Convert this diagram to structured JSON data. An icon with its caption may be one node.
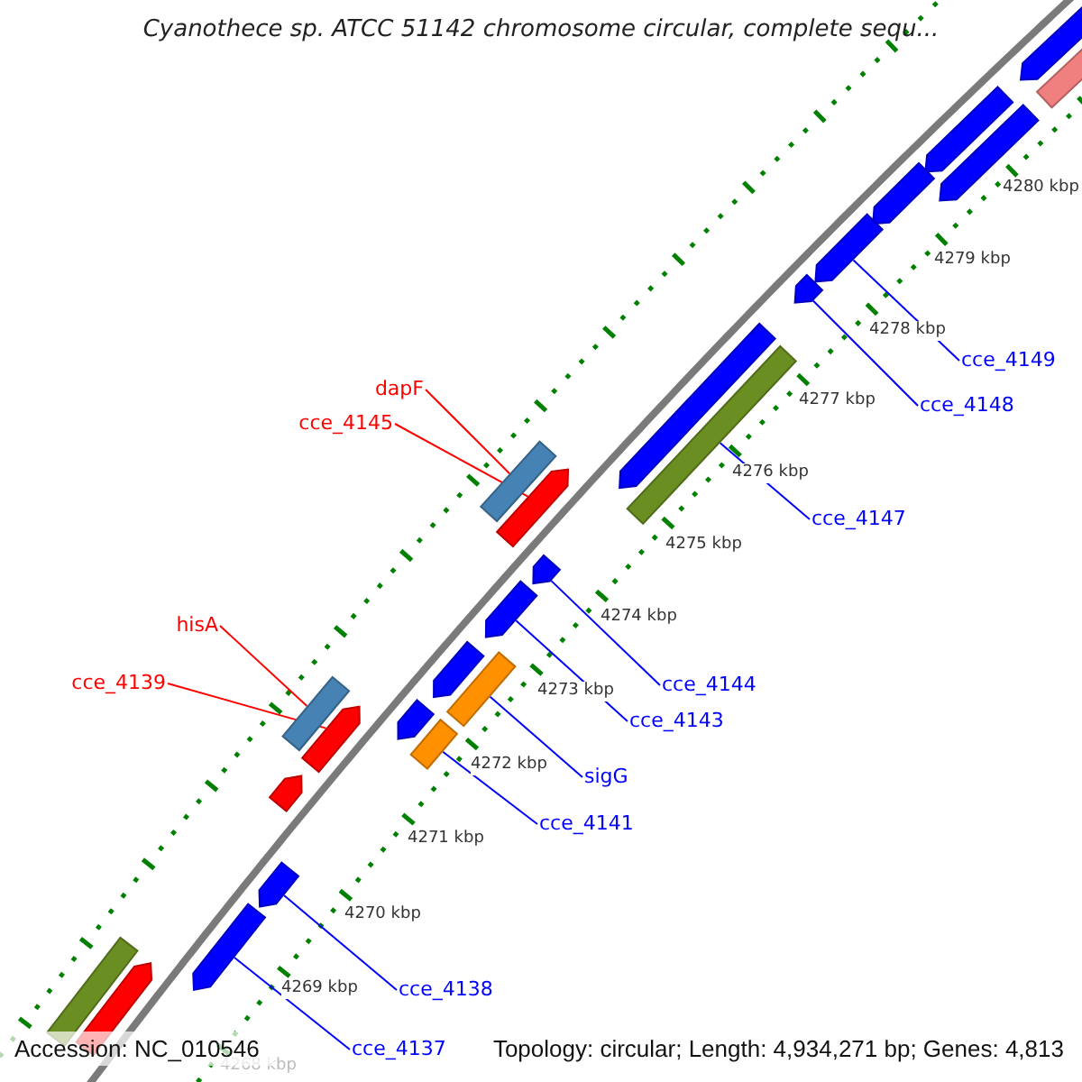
{
  "diagram": {
    "title": "Cyanothece sp. ATCC 51142 chromosome circular, complete sequ...",
    "nodes": [
      {
        "text": [
          "cce_4149"
        ]
      },
      {
        "text": [
          "cce_4148"
        ]
      },
      {
        "text": [
          "dapF"
        ]
      },
      {
        "text": [
          "cce_4145"
        ]
      },
      {
        "text": [
          "cce_4147"
        ]
      },
      {
        "text": [
          "hisA"
        ]
      },
      {
        "text": [
          "cce_4144"
        ]
      },
      {
        "text": [
          "cce_4143"
        ]
      },
      {
        "text": [
          "cce_4139"
        ]
      },
      {
        "text": [
          "sigG"
        ]
      },
      {
        "text": [
          "cce_4141"
        ]
      },
      {
        "text": [
          "cce_4138"
        ]
      },
      {
        "text": [
          "cce_4137"
        ]
      },
      {
        "text": [],
        "shape": "arrow"
      },
      {
        "text": [],
        "shape": "arrow"
      },
      {
        "text": [],
        "shape": "bar"
      },
      {
        "text": [],
        "shape": "arrow"
      },
      {
        "text": [],
        "shape": "bar"
      },
      {
        "text": [],
        "shape": "bar"
      },
      {
        "text": [],
        "shape": "arrow"
      },
      {
        "text": [],
        "shape": "arrow"
      },
      {
        "text": [],
        "shape": "arrow"
      },
      {
        "text": [],
        "shape": "bar"
      },
      {
        "text": [],
        "shape": "bar"
      },
      {
        "text": [],
        "shape": "arrow"
      },
      {
        "text": [],
        "shape": "arrow"
      },
      {
        "text": [],
        "shape": "arrow"
      },
      {
        "text": [],
        "shape": "arrow"
      },
      {
        "text": [],
        "shape": "arrow"
      },
      {
        "text": [],
        "shape": "arrow"
      },
      {
        "text": [],
        "shape": "arrow"
      },
      {
        "text": [],
        "shape": "bar"
      },
      {
        "text": [],
        "shape": "arrow"
      },
      {
        "text": [],
        "shape": "arrow"
      },
      {
        "text": [],
        "shape": "arrow"
      },
      {
        "text": [],
        "shape": "bar"
      },
      {
        "text": [],
        "shape": "arrow"
      }
    ],
    "edges": [
      {
        "from": 0,
        "to": 13,
        "arrow": "none"
      },
      {
        "from": 1,
        "to": 14,
        "arrow": "none"
      },
      {
        "from": 2,
        "to": 15,
        "arrow": "none",
        "color": "#ff0000"
      },
      {
        "from": 3,
        "to": 16,
        "arrow": "none",
        "color": "#ff0000"
      },
      {
        "from": 4,
        "to": 17,
        "arrow": "none"
      },
      {
        "from": 5,
        "to": 18,
        "arrow": "none",
        "color": "#ff0000"
      },
      {
        "from": 6,
        "to": 19,
        "arrow": "none"
      },
      {
        "from": 7,
        "to": 20,
        "arrow": "none"
      },
      {
        "from": 8,
        "to": 21,
        "arrow": "none",
        "color": "#ff0000"
      },
      {
        "from": 9,
        "to": 22,
        "arrow": "none"
      },
      {
        "from": 10,
        "to": 23,
        "arrow": "none"
      },
      {
        "from": 11,
        "to": 24,
        "arrow": "none"
      },
      {
        "from": 12,
        "to": 25,
        "arrow": "none"
      }
    ],
    "labels": [
      "4280 kbp",
      "4279 kbp",
      "4278 kbp",
      "4277 kbp",
      "4276 kbp",
      "4275 kbp",
      "4274 kbp",
      "4273 kbp",
      "4272 kbp",
      "4271 kbp",
      "4270 kbp",
      "4269 kbp",
      "4268 kbp",
      "Accession: NC_010546",
      "Topology: circular; Length: 4,934,271 bp; Genes: 4,813"
    ]
  }
}
